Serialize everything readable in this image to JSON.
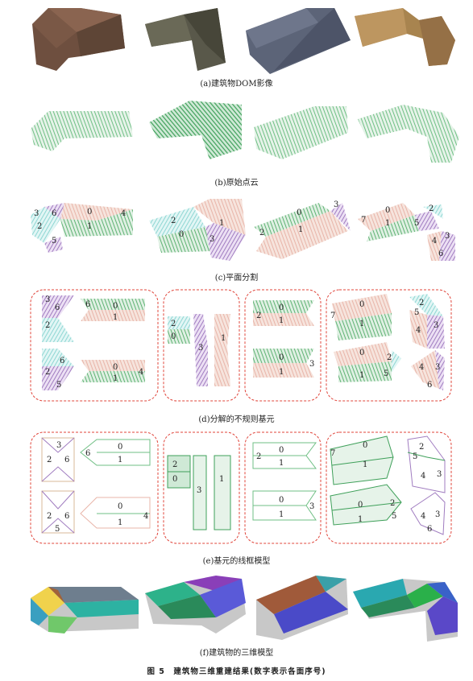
{
  "captions": {
    "a": "(a)建筑物DOM影像",
    "b": "(b)原始点云",
    "c": "(c)平面分割",
    "d": "(d)分解的不规则基元",
    "e": "(e)基元的线框模型",
    "f": "(f)建筑物的三维模型"
  },
  "figure_caption": "图 5　建筑物三维重建结果(数字表示各面序号)",
  "labels": {
    "c": [
      "3",
      "6",
      "0",
      "4",
      "2",
      "1",
      "5",
      "2",
      "1",
      "0",
      "3",
      "0",
      "3",
      "2",
      "1",
      "0",
      "7",
      "1",
      "5",
      "2",
      "4",
      "3",
      "6"
    ],
    "d": [
      "3",
      "6",
      "6",
      "0",
      "2",
      "1",
      "6",
      "0",
      "2",
      "4",
      "1",
      "5",
      "2",
      "0",
      "3",
      "1",
      "0",
      "2",
      "1",
      "0",
      "1",
      "3",
      "0",
      "7",
      "1",
      "2",
      "5",
      "4",
      "3",
      "0",
      "2",
      "1",
      "5",
      "4",
      "3",
      "6"
    ],
    "e": [
      "3",
      "6",
      "2",
      "6",
      "0",
      "1",
      "2",
      "6",
      "5",
      "0",
      "4",
      "1",
      "2",
      "0",
      "3",
      "1",
      "0",
      "2",
      "1",
      "0",
      "1",
      "3",
      "7",
      "0",
      "1",
      "2",
      "5",
      "4",
      "3",
      "0",
      "2",
      "1",
      "5",
      "4",
      "3",
      "6"
    ]
  },
  "colors": {
    "green": "#5fb273",
    "pink": "#e8b4a8",
    "purple": "#a07cc0",
    "cyan": "#8ed6d3",
    "red_dash": "#e0443a",
    "roof_brown": "#7a5a48",
    "roof_gray": "#5a5d4d",
    "roof_slate": "#5a6276",
    "roof_tan": "#b08a58"
  }
}
